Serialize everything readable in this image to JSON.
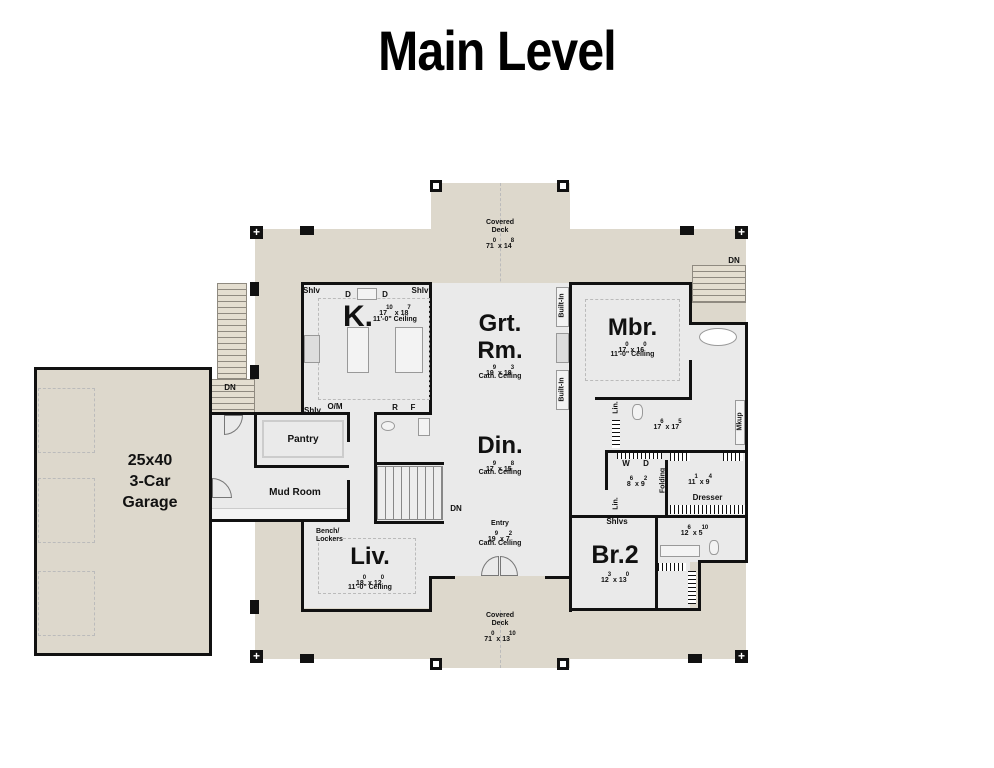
{
  "title": "Main Level",
  "rooms": {
    "covered_deck_top": {
      "name_line1": "Covered",
      "name_line2": "Deck",
      "w": "71",
      "w_in": "0",
      "d": "14",
      "d_in": "8"
    },
    "covered_deck_bottom": {
      "name_line1": "Covered",
      "name_line2": "Deck",
      "w": "71",
      "w_in": "0",
      "d": "13",
      "d_in": "10"
    },
    "kitchen": {
      "name": "K.",
      "w": "17",
      "w_in": "10",
      "d": "18",
      "d_in": "7",
      "ceiling": "11'-0\" Ceiling"
    },
    "great_room": {
      "name_line1": "Grt.",
      "name_line2": "Rm.",
      "w": "19",
      "w_in": "9",
      "d": "18",
      "d_in": "3",
      "ceiling": "Cath. Ceiling"
    },
    "dining": {
      "name": "Din.",
      "w": "17",
      "w_in": "9",
      "d": "15",
      "d_in": "8",
      "ceiling": "Cath. Ceiling"
    },
    "entry": {
      "name": "Entry",
      "w": "19",
      "w_in": "9",
      "d": "7",
      "d_in": "2",
      "ceiling": "Cath. Ceiling"
    },
    "living": {
      "name": "Liv.",
      "w": "18",
      "w_in": "0",
      "d": "12",
      "d_in": "0",
      "ceiling": "11'-0\" Ceiling"
    },
    "master_bedroom": {
      "name": "Mbr.",
      "w": "17",
      "w_in": "0",
      "d": "16",
      "d_in": "0",
      "ceiling": "11'-0\" Ceiling"
    },
    "master_bath": {
      "w": "17",
      "w_in": "6",
      "d": "17",
      "d_in": "5"
    },
    "laundry": {
      "w": "8",
      "w_in": "6",
      "d": "9",
      "d_in": "2"
    },
    "master_closet": {
      "w": "11",
      "w_in": "1",
      "d": "9",
      "d_in": "4"
    },
    "bath_2": {
      "w": "12",
      "w_in": "6",
      "d": "5",
      "d_in": "10"
    },
    "bedroom_2": {
      "name": "Br.2",
      "w": "12",
      "w_in": "3",
      "d": "13",
      "d_in": "0"
    },
    "pantry": {
      "name": "Pantry"
    },
    "mud_room": {
      "name": "Mud Room"
    },
    "garage": {
      "line1": "25x40",
      "line2": "3-Car",
      "line3": "Garage"
    }
  },
  "labels": {
    "shelf": "Shlv",
    "dishwasher": "D",
    "oven_microwave": "O/M",
    "refrigerator": "R",
    "freezer": "F",
    "built_in": "Built-In",
    "linen": "Lin.",
    "makeup": "Mkup",
    "washer": "W",
    "dryer": "D",
    "folding": "Folding",
    "dresser": "Dresser",
    "shelves": "Shlvs",
    "bench_lockers_1": "Bench/",
    "bench_lockers_2": "Lockers",
    "down": "DN",
    "times": "x"
  },
  "colors": {
    "deck": "#ddd8cc",
    "floor": "#eaeaea",
    "wall": "#111111"
  }
}
